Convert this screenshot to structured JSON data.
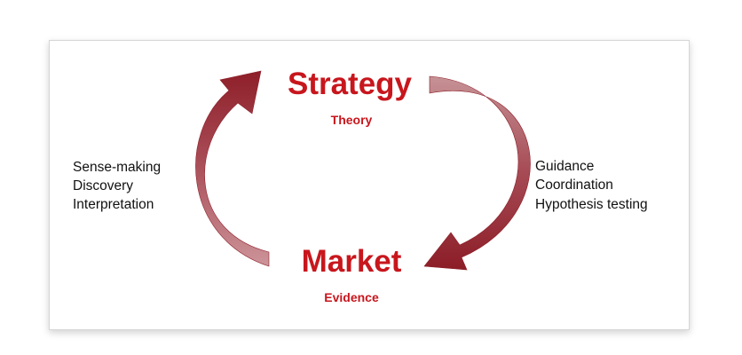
{
  "colors": {
    "accent": "#c8161d",
    "arrow_dark": "#8e1f29",
    "arrow_light": "#c98f94",
    "text": "#111111"
  },
  "top": {
    "title": "Strategy",
    "subtitle": "Theory"
  },
  "bottom": {
    "title": "Market",
    "subtitle": "Evidence"
  },
  "left_labels": [
    "Sense-making",
    "Discovery",
    "Interpretation"
  ],
  "right_labels": [
    "Guidance",
    "Coordination",
    "Hypothesis testing"
  ]
}
